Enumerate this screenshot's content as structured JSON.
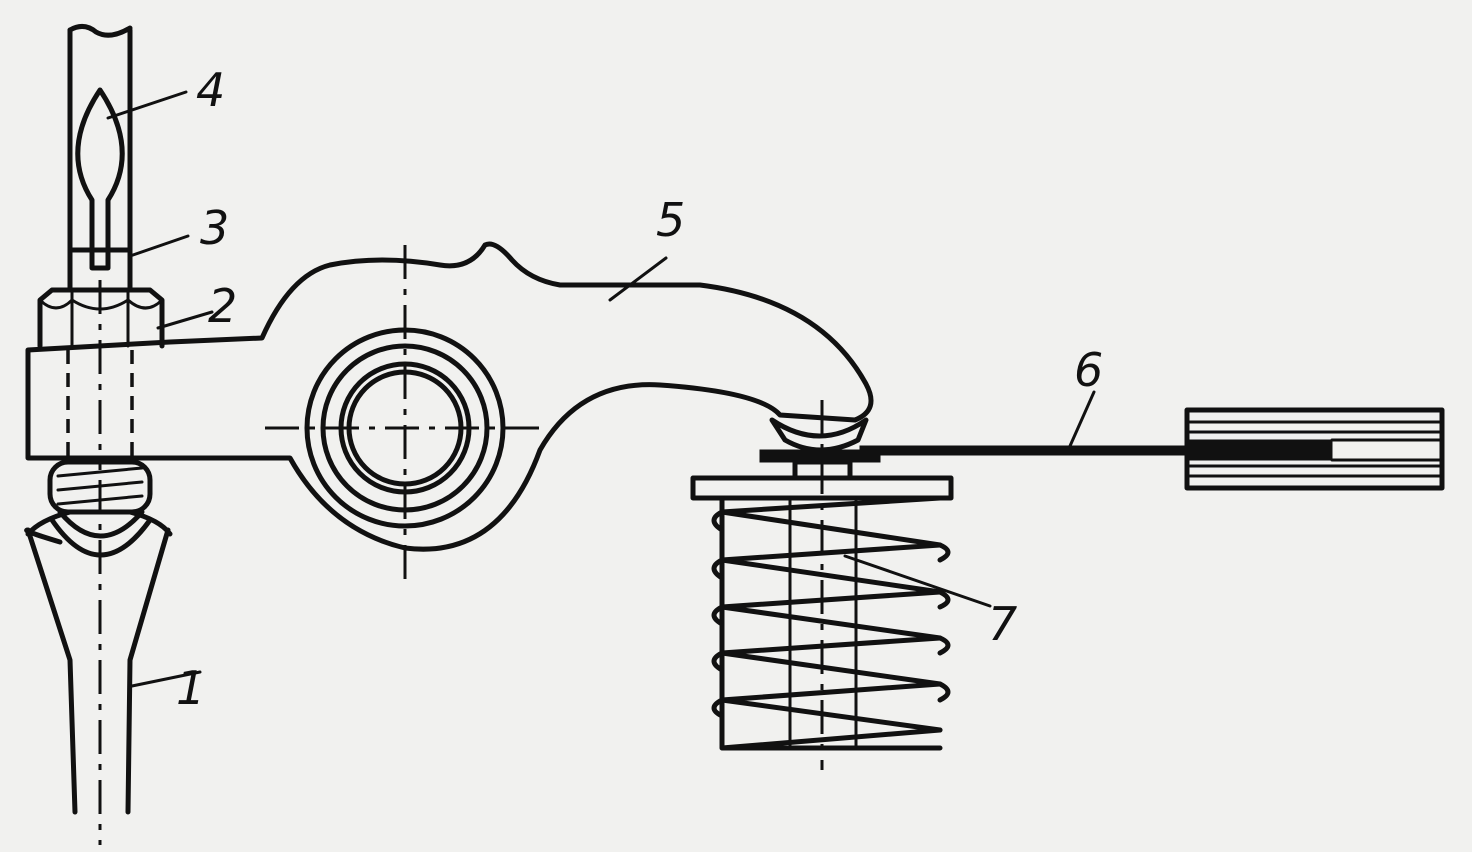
{
  "diagram": {
    "callouts": [
      {
        "id": "rod",
        "number": "1"
      },
      {
        "id": "nut",
        "number": "2"
      },
      {
        "id": "screw",
        "number": "3"
      },
      {
        "id": "screwdriver",
        "number": "4"
      },
      {
        "id": "rocker-arm",
        "number": "5"
      },
      {
        "id": "feeler-gauge",
        "number": "6"
      },
      {
        "id": "valve",
        "number": "7"
      }
    ]
  },
  "colors": {
    "ink": "#111111",
    "paper": "#f1f1ef"
  }
}
